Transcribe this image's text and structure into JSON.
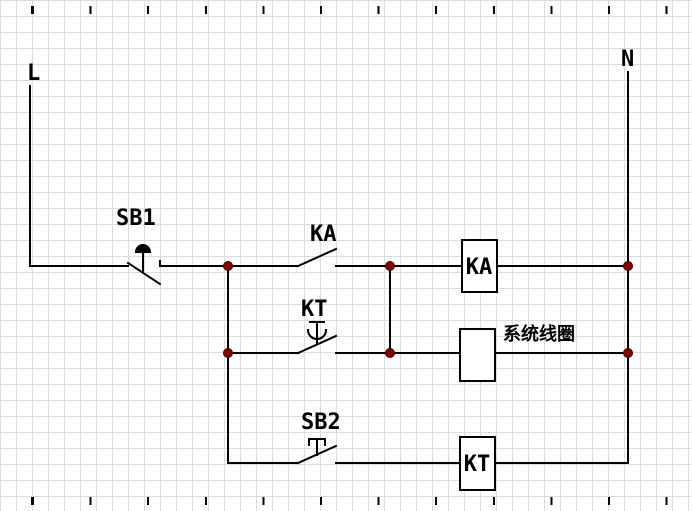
{
  "diagram": {
    "type": "relay-ladder-circuit",
    "rails": {
      "left_label": "L",
      "right_label": "N"
    },
    "components": {
      "sb1": {
        "label": "SB1",
        "symbol": "pushbutton-nc"
      },
      "ka_contact": {
        "label": "KA",
        "symbol": "contact-no"
      },
      "kt_contact": {
        "label": "KT",
        "symbol": "contact-no-time-delay"
      },
      "sb2": {
        "label": "SB2",
        "symbol": "pushbutton-no"
      },
      "ka_coil": {
        "label": "KA",
        "symbol": "coil-box"
      },
      "system_coil": {
        "label": "系统线圈",
        "symbol": "coil-box"
      },
      "kt_coil": {
        "label": "KT",
        "symbol": "coil-box"
      }
    },
    "colors": {
      "wire": "#000000",
      "junction": "#8b0000",
      "grid": "#dcdcdc",
      "background": "#ffffff",
      "text": "#000000"
    }
  }
}
